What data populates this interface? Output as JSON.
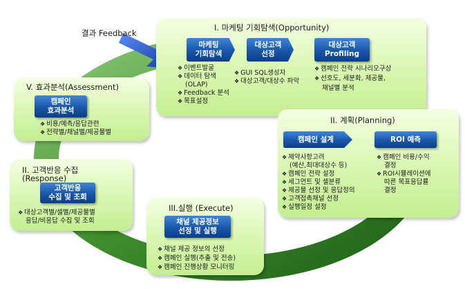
{
  "feedback_label": "결과 Feedback",
  "bullet_mark": "❖",
  "stages": {
    "opportunity": {
      "title": "I. 마케팅 기회탐색(Opportunity)",
      "pills": [
        {
          "line1": "마케팅",
          "line2": "기회탐색"
        },
        {
          "line1": "대상고객",
          "line2": "선정"
        },
        {
          "line1": "대상고객",
          "line2": "Profiling"
        }
      ],
      "col1": [
        "이벤트발굴",
        "데이터 탐색",
        "(OLAP)",
        "Feedback 분석",
        "목표설정"
      ],
      "col2": [
        "GUI SQL생성자",
        "대상고객/대상수 파악"
      ],
      "col3": [
        "캠페인 전략 시나리오구상",
        "선호도, 세분화, 제공물,",
        "채널별 분석"
      ]
    },
    "assessment": {
      "title": "V. 효과분석(Assessment)",
      "pill": {
        "line1": "캠페인",
        "line2": "효과분석"
      },
      "items": [
        "비용/예측/응답관련",
        "전략별/채널별/제공물별"
      ]
    },
    "planning": {
      "title": "II. 계획(Planning)",
      "pills": [
        "캠페인 설계",
        "ROI 예측"
      ],
      "col1": [
        "제약사항고려",
        "(예산,최대대상수 등)",
        "캠페인 전략 설정",
        "세그먼트 및 셀분류",
        "제공물 선정 및 응답정의",
        "고객접촉채널 선정",
        "실행일정 설정"
      ],
      "col2": [
        "캠페인 비용/수익",
        "결정",
        "ROI시뮬레이션에",
        "따른 목표응답률",
        "결정"
      ]
    },
    "response": {
      "title": "II. 고객반응 수집",
      "subtitle": "(Response)",
      "pill": {
        "line1": "고객반응",
        "line2": "수집 및 조회"
      },
      "items": [
        "대상고객별/셀별/제공물별",
        "응답/비응답 수집 및 조회"
      ]
    },
    "execute": {
      "title": "III.실행 (Execute)",
      "pill": {
        "line1": "채널 제공정보",
        "line2": "선정 및 실행"
      },
      "items": [
        "채널 제공 정보의 선정",
        "캠페인 실행(추출 및 전송)",
        "캠페인 진행상황 모니터링"
      ]
    }
  },
  "colors": {
    "cycle_arrow": "#2e7b22",
    "stage_fill": "#d8f6b0",
    "pill_blue": "#1a56a8",
    "feedback_arrow": "#1d4fd8"
  }
}
